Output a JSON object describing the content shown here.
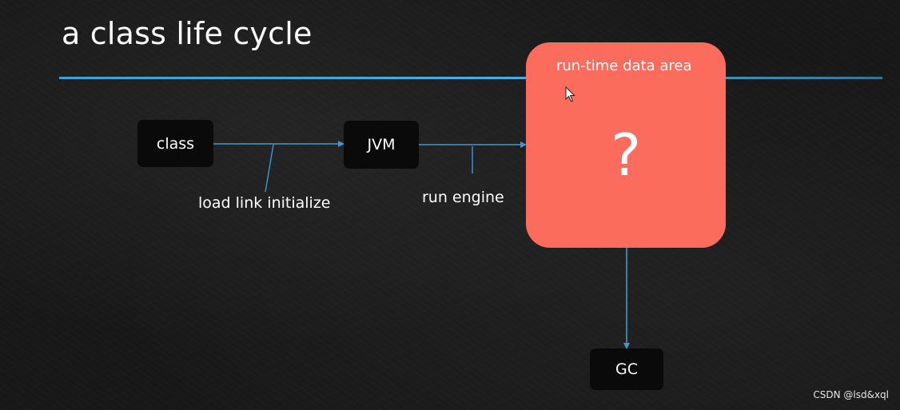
{
  "title": "a class life cycle",
  "nodes": {
    "class": "class",
    "jvm": "JVM",
    "gc": "GC"
  },
  "runtime_area": {
    "title": "run-time data area",
    "mark": "?"
  },
  "edge_labels": {
    "load": "load link initialize",
    "run": "run engine"
  },
  "watermark": "CSDN @lsd&xql",
  "colors": {
    "background": "#181818",
    "accent_line": "#41b0ea",
    "arrow": "#3a9ad6",
    "node_fill": "#0a0a0a",
    "area_fill": "#fb6c5d"
  }
}
